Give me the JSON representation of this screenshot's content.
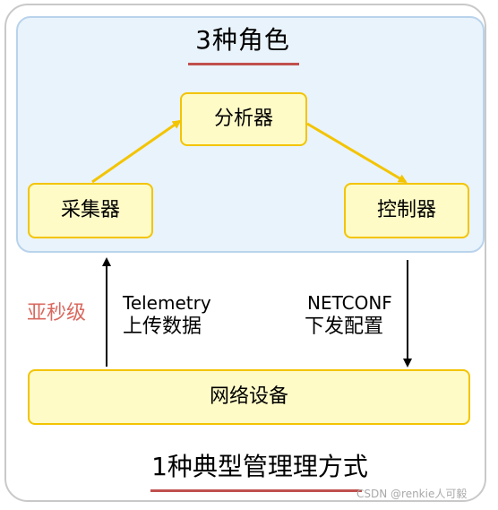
{
  "diagram": {
    "roles_title": "3种角色",
    "nodes": {
      "collector": "采集器",
      "analyzer": "分析器",
      "controller": "控制器",
      "network_device": "网络设备"
    },
    "upstream": {
      "protocol": "Telemetry",
      "action": "上传数据"
    },
    "downstream": {
      "protocol": "NETCONF",
      "action": "下发配置"
    },
    "latency_note": "亚秒级",
    "bottom_title": "1种典型管理理方式",
    "watermark": "CSDN @renkie人可毅"
  },
  "colors": {
    "panel_fill": "#e9f3fb",
    "panel_border": "#b9d3ec",
    "node_fill": "#fffbc7",
    "node_border": "#f3c400",
    "arrow_yellow": "#f3c400",
    "underline_red": "#c0504d",
    "latency_text": "#d9695f"
  }
}
